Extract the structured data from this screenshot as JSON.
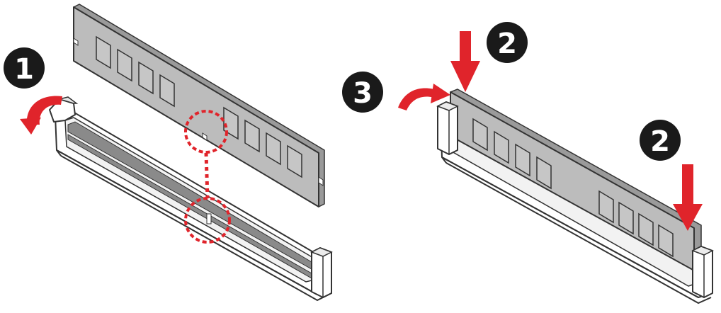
{
  "colors": {
    "module_fill": "#bcbcbc",
    "module_stroke": "#333333",
    "chip_fill": "#c6c6c6",
    "slot_fill": "#ffffff",
    "slot_groove": "#8a8a8a",
    "accent": "#e0242b",
    "badge_fill": "#1a1a1a",
    "badge_text": "#ffffff"
  },
  "steps": {
    "open_latch": "1",
    "press_down_left": "2",
    "press_down_right": "2",
    "latch_close": "3"
  },
  "icons": {
    "latch_arrow": "curved-arrow-icon",
    "press_arrow": "down-arrow-icon",
    "notch_marker": "dashed-circle-icon"
  }
}
